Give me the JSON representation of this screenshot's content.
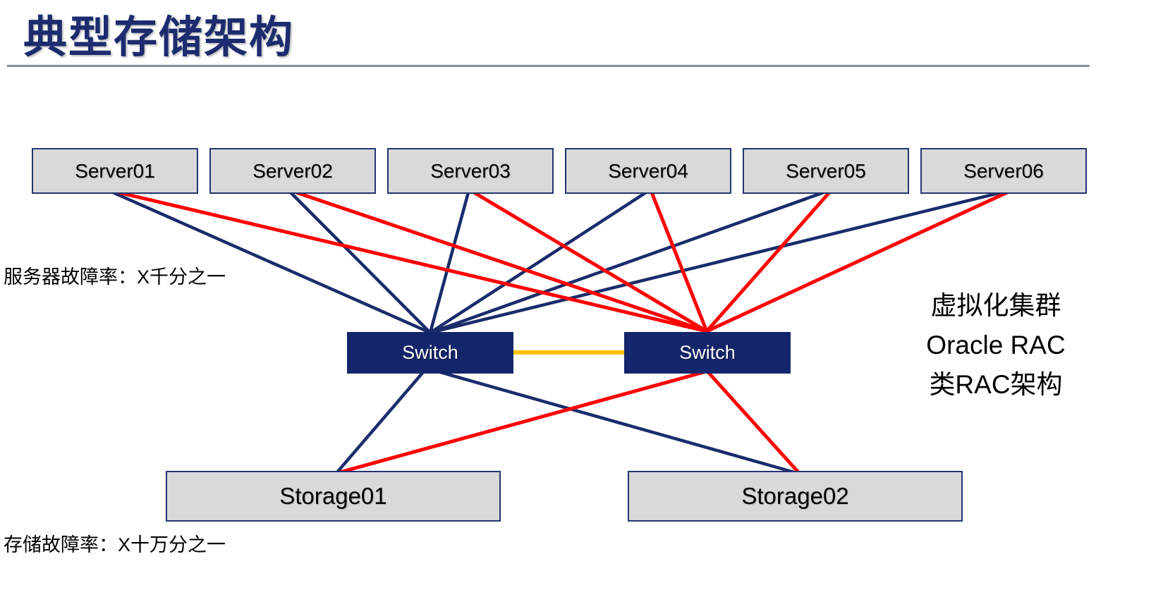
{
  "slide": {
    "title": "典型存储架构",
    "labels": {
      "server_failure_rate": "服务器故障率：X千分之一",
      "storage_failure_rate": "存储故障率：X十万分之一"
    },
    "cluster_note": {
      "line1": "虚拟化集群",
      "line2": "Oracle RAC",
      "line3": "类RAC架构"
    },
    "nodes": {
      "servers": [
        {
          "label": "Server01"
        },
        {
          "label": "Server02"
        },
        {
          "label": "Server03"
        },
        {
          "label": "Server04"
        },
        {
          "label": "Server05"
        },
        {
          "label": "Server06"
        }
      ],
      "switches": [
        {
          "label": "Switch"
        },
        {
          "label": "Switch"
        }
      ],
      "storages": [
        {
          "label": "Storage01"
        },
        {
          "label": "Storage02"
        }
      ]
    },
    "edges": [
      {
        "from": "Server01",
        "to": "Switch-left",
        "color": "navy"
      },
      {
        "from": "Server02",
        "to": "Switch-left",
        "color": "navy"
      },
      {
        "from": "Server03",
        "to": "Switch-left",
        "color": "navy"
      },
      {
        "from": "Server04",
        "to": "Switch-left",
        "color": "navy"
      },
      {
        "from": "Server05",
        "to": "Switch-left",
        "color": "navy"
      },
      {
        "from": "Server06",
        "to": "Switch-left",
        "color": "navy"
      },
      {
        "from": "Server01",
        "to": "Switch-right",
        "color": "red"
      },
      {
        "from": "Server02",
        "to": "Switch-right",
        "color": "red"
      },
      {
        "from": "Server03",
        "to": "Switch-right",
        "color": "red"
      },
      {
        "from": "Server04",
        "to": "Switch-right",
        "color": "red"
      },
      {
        "from": "Server05",
        "to": "Switch-right",
        "color": "red"
      },
      {
        "from": "Server06",
        "to": "Switch-right",
        "color": "red"
      },
      {
        "from": "Switch-left",
        "to": "Switch-right",
        "color": "gold"
      },
      {
        "from": "Switch-left",
        "to": "Storage01",
        "color": "navy"
      },
      {
        "from": "Switch-left",
        "to": "Storage02",
        "color": "navy"
      },
      {
        "from": "Switch-right",
        "to": "Storage01",
        "color": "red"
      },
      {
        "from": "Switch-right",
        "to": "Storage02",
        "color": "red"
      }
    ],
    "colors": {
      "navy_title": "#1C2C6E",
      "navy_line": "#1A2C6B",
      "navy_fill": "#14266B",
      "red_line": "#FF0000",
      "gold_link": "#FFC000",
      "node_fill": "#D9D9D9",
      "node_border": "#24356F",
      "divider_gray": "#8A8F96",
      "text_black": "#000000"
    }
  }
}
